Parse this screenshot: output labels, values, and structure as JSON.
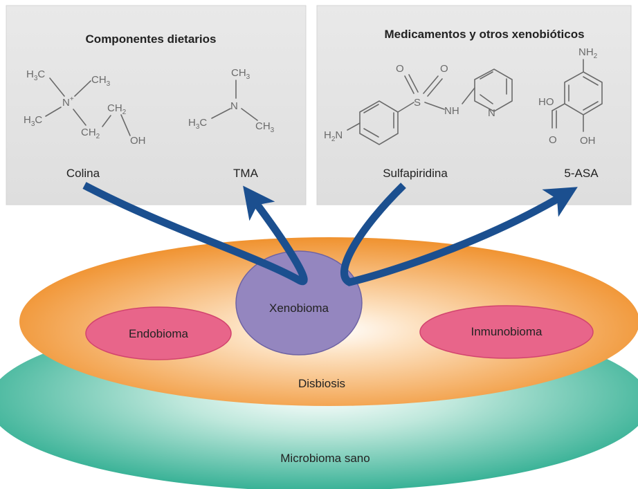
{
  "panels": {
    "dietary": {
      "title": "Componentes dietarios",
      "compounds": [
        {
          "name": "Colina"
        },
        {
          "name": "TMA"
        }
      ]
    },
    "drugs": {
      "title": "Medicamentos y otros xenobióticos",
      "compounds": [
        {
          "name": "Sulfapiridina"
        },
        {
          "name": "5-ASA"
        }
      ]
    }
  },
  "layers": {
    "healthy": "Microbioma sano",
    "dysbiosis": "Disbiosis",
    "xenobiome": "Xenobioma",
    "endobiome": "Endobioma",
    "immunobiome": "Inmunobioma"
  },
  "colors": {
    "panel_bg": "#e6e6e6",
    "arrow": "#1b4f8f",
    "disc_orange": "#f29a3c",
    "disc_green": "#2fae92",
    "xenobiome": "#9486bf",
    "pink_ellipse": "#e8658a"
  }
}
